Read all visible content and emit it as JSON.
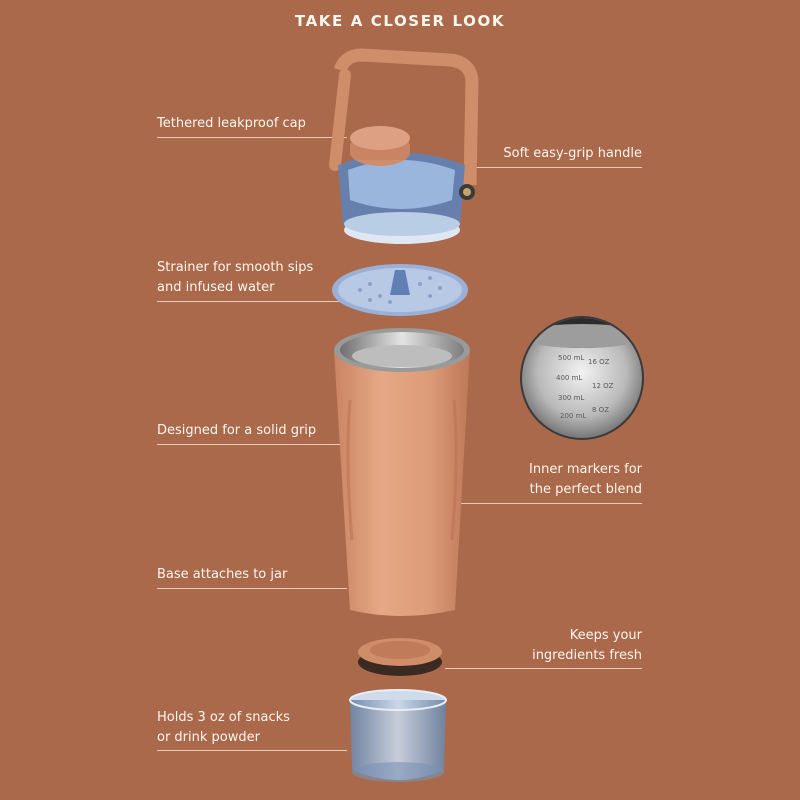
{
  "header": {
    "title": "TAKE A CLOSER LOOK"
  },
  "callouts": {
    "cap": "Tethered leakproof cap",
    "handle": "Soft easy-grip handle",
    "strainer": [
      "Strainer for smooth sips",
      "and infused water"
    ],
    "grip": "Designed for a solid grip",
    "markers": [
      "Inner markers for",
      "the perfect blend"
    ],
    "base": "Base attaches to jar",
    "fresh": [
      "Keeps your",
      "ingredients fresh"
    ],
    "snacks": [
      "Holds 3 oz of snacks",
      "or drink powder"
    ]
  },
  "inner_marks": [
    "500 mL",
    "16 OZ",
    "400 mL",
    "12 OZ",
    "300 mL",
    "8 OZ",
    "200 mL"
  ],
  "colors": {
    "background": "#a9694a",
    "product": "#d99a78",
    "text": "#fdf6ef",
    "rule": "#e9cbb8"
  }
}
